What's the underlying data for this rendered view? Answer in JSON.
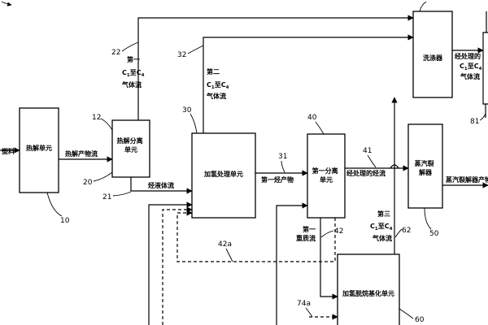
{
  "blocks": {
    "pyrolysis_unit": "热解单元",
    "pyrolysis_separation": [
      "热解分离",
      "单元"
    ],
    "hydrotreating_unit": "加氢处理单元",
    "first_separation": [
      "第一分离",
      "单元"
    ],
    "scrubber": "洗涤器",
    "steam_cracker": [
      "蒸汽裂",
      "解器"
    ],
    "hydrodealkylation_unit": "加氢脱烷基化单元"
  },
  "streams": {
    "plastic_feed": "塑料",
    "pyrolysis_product_stream": "热解产物流",
    "hydrocarbon_liquid_stream": "烃液体流",
    "first_hydrocarbon_product": "第一烃产物",
    "treated_hydrocarbon_stream": "经处理的烃流",
    "steam_cracker_product": "蒸汽裂解器产物",
    "first_heavy_stream": [
      "第一",
      "重质流"
    ],
    "first_gas_stream": {
      "prefix": "第一",
      "c1": "C",
      "s1": "1",
      "to": "至C",
      "s2": "4",
      "suffix": "气体流"
    },
    "second_gas_stream": {
      "prefix": "第二",
      "c1": "C",
      "s1": "1",
      "to": "至C",
      "s2": "4",
      "suffix": "气体流"
    },
    "third_gas_stream": {
      "prefix": "第三",
      "c1": "C",
      "s1": "1",
      "to": "至C",
      "s2": "4",
      "suffix": "气体流"
    },
    "treated_gas_stream": {
      "prefix": "经处理的",
      "c1": "C",
      "s1": "1",
      "to": "至C",
      "s2": "4",
      "suffix": "气体流"
    }
  },
  "reference_numbers": {
    "n10": "10",
    "n12": "12",
    "n20": "20",
    "n21": "21",
    "n22": "22",
    "n30": "30",
    "n31": "31",
    "n32": "32",
    "n40": "40",
    "n41": "41",
    "n42": "42",
    "n42a": "42a",
    "n50": "50",
    "n60": "60",
    "n62": "62",
    "n74a": "74a",
    "n81": "81"
  }
}
